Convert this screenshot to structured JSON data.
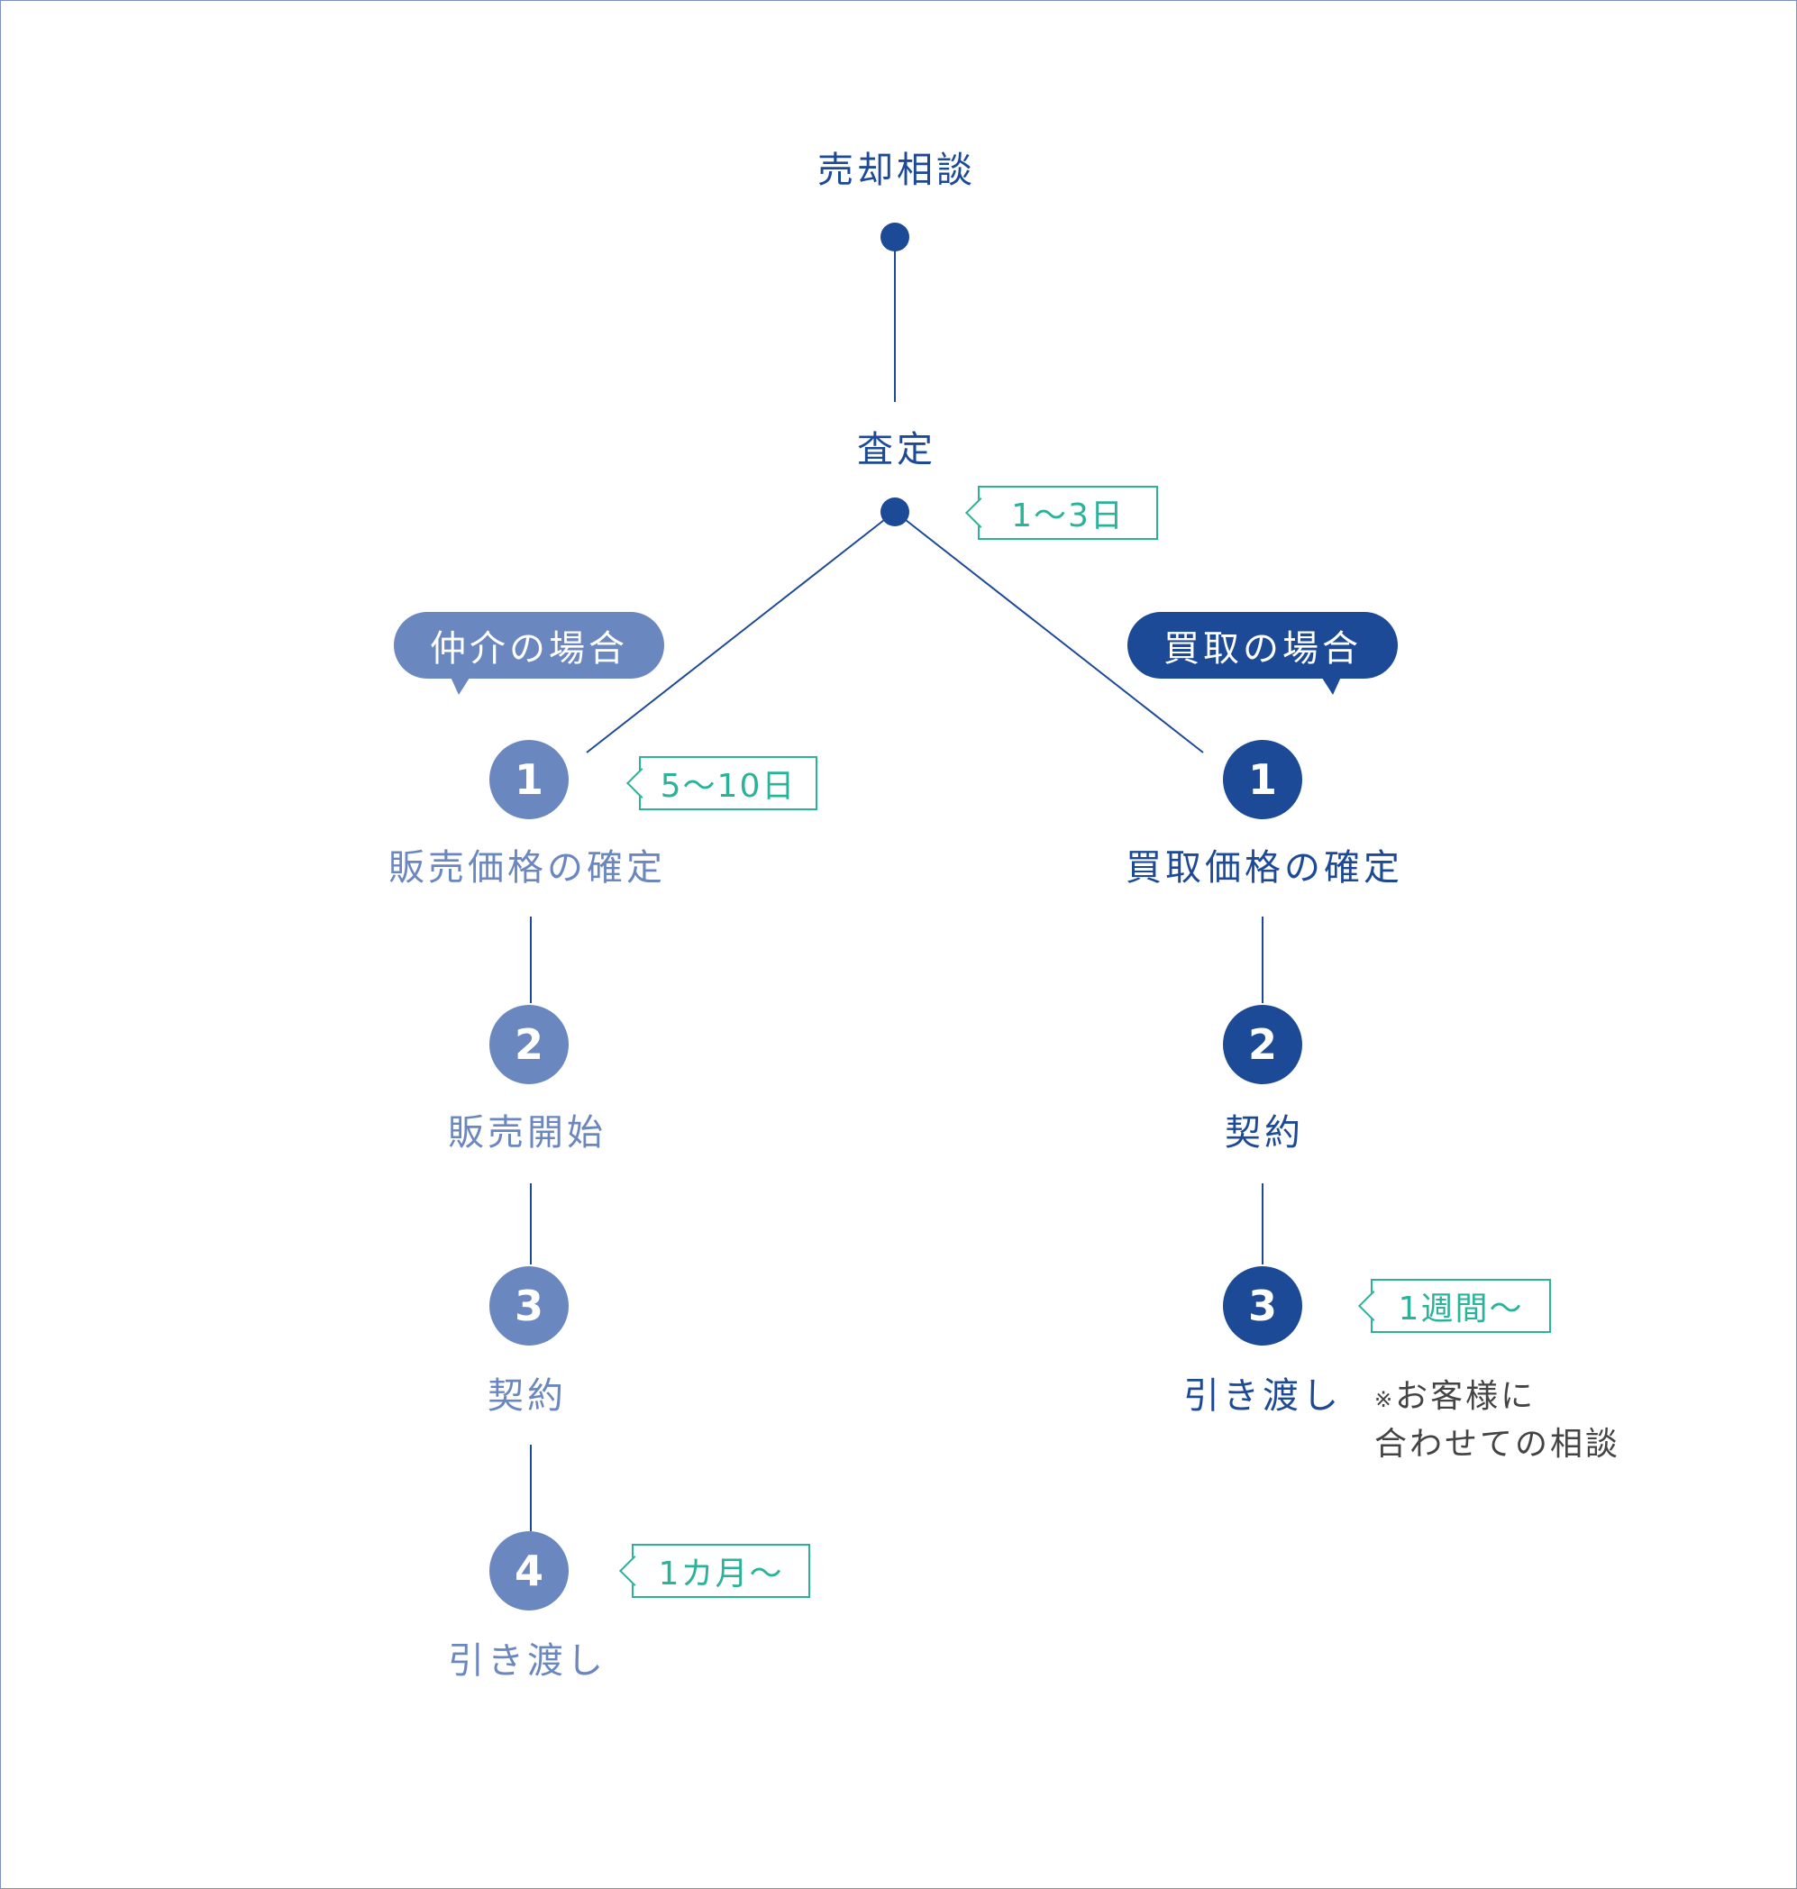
{
  "top": {
    "root_label": "売却相談",
    "assessment_label": "査定",
    "assessment_duration": "1〜3日"
  },
  "brokerage": {
    "badge": "仲介の場合",
    "steps": [
      {
        "number": "1",
        "label": "販売価格の確定",
        "duration": "5〜10日"
      },
      {
        "number": "2",
        "label": "販売開始"
      },
      {
        "number": "3",
        "label": "契約"
      },
      {
        "number": "4",
        "label": "引き渡し",
        "duration": "1カ月〜"
      }
    ]
  },
  "purchase": {
    "badge": "買取の場合",
    "steps": [
      {
        "number": "1",
        "label": "買取価格の確定"
      },
      {
        "number": "2",
        "label": "契約"
      },
      {
        "number": "3",
        "label": "引き渡し",
        "duration": "1週間〜"
      }
    ],
    "note_mark": "※",
    "note_line1": "お客様に",
    "note_line2": "合わせての相談"
  },
  "colors": {
    "primary": "#1d4a97",
    "brokerage": "#6b87c0",
    "duration": "#2bb39a",
    "frame": "#7f8fc8"
  }
}
